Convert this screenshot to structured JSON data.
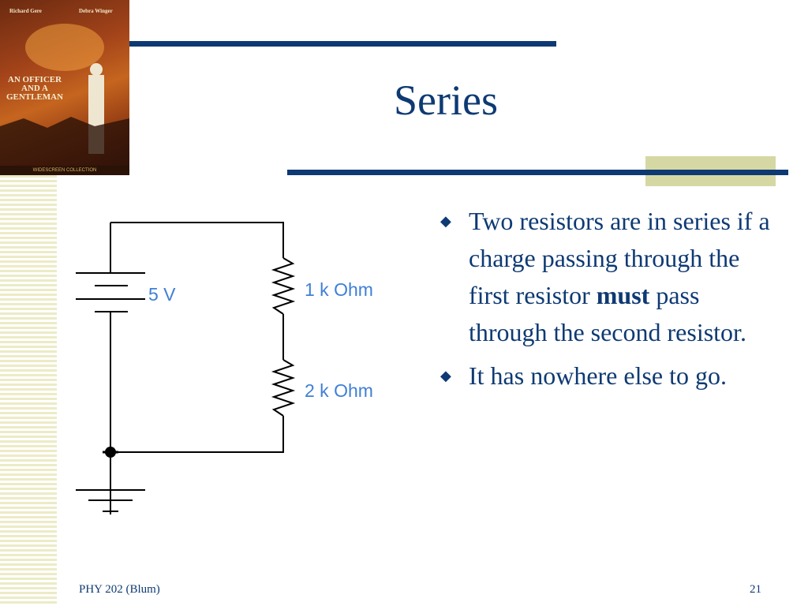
{
  "poster": {
    "star_left": "Richard Gere",
    "star_right": "Debra Winger",
    "title": "AN OFFICER AND A GENTLEMAN",
    "footer": "WIDESCREEN COLLECTION"
  },
  "slide": {
    "title": "Series",
    "bullets": [
      {
        "before": "Two resistors are in series if a charge passing through the first resistor ",
        "bold": "must",
        "after": " pass through the second resistor."
      },
      {
        "before": "It has nowhere else to go.",
        "bold": "",
        "after": ""
      }
    ]
  },
  "circuit": {
    "battery_label": "5 V",
    "resistor1_label": "1 k Ohm",
    "resistor2_label": "2 k Ohm",
    "label_color": "#3f7fd6"
  },
  "footer": {
    "course": "PHY 202 (Blum)",
    "page_number": "21"
  },
  "colors": {
    "navy": "#0e3a73",
    "accent": "#d6d8a4",
    "stripe": "#ecebc6"
  }
}
